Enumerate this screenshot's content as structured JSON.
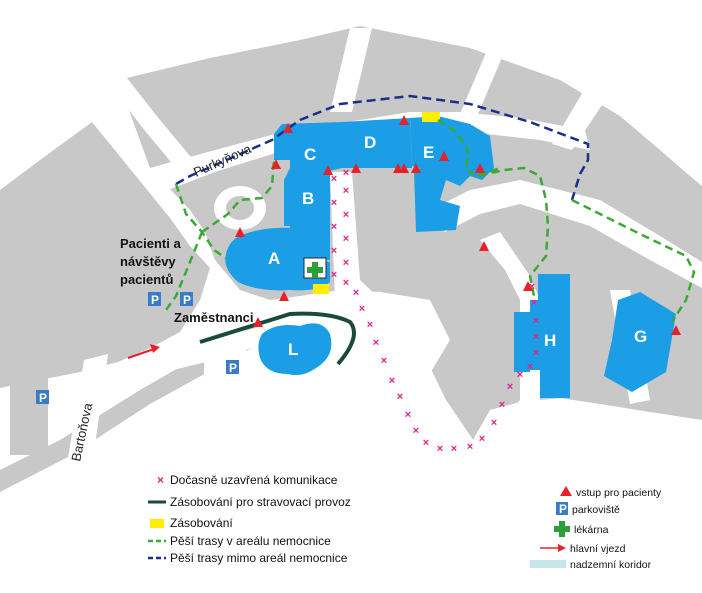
{
  "map": {
    "buildings": [
      {
        "id": "A",
        "label": "A"
      },
      {
        "id": "B",
        "label": "B"
      },
      {
        "id": "C",
        "label": "C"
      },
      {
        "id": "D",
        "label": "D"
      },
      {
        "id": "E",
        "label": "E"
      },
      {
        "id": "G",
        "label": "G"
      },
      {
        "id": "H",
        "label": "H"
      },
      {
        "id": "L",
        "label": "L"
      }
    ],
    "streets": {
      "purkynova": "Purkyňova",
      "bartonova": "Bartoňova"
    },
    "labels": {
      "patients_line1": "Pacienti a",
      "patients_line2": "návštěvy",
      "patients_line3": "pacientů",
      "staff": "Zaměstnanci"
    },
    "parking_symbol": "P",
    "colors": {
      "building": "#1b9ee6",
      "road": "#c8c8c8",
      "area": "#ffffff",
      "closed_road": "#e0218a",
      "supply_path": "#1a4a3a",
      "supply_point": "#ffee00",
      "walk_inside": "#3aaa35",
      "walk_outside": "#1a2f8c",
      "entrance": "#e8202a",
      "corridor": "#c6e6ea"
    }
  },
  "legend": {
    "left": [
      {
        "symbol": "x",
        "label": "Dočasně uzavřená komunikace"
      },
      {
        "symbol": "dark-line",
        "label": "Zásobování pro stravovací provoz"
      },
      {
        "symbol": "yellow-box",
        "label": "Zásobování"
      },
      {
        "symbol": "green-dash",
        "label": "Pěší trasy v areálu nemocnice"
      },
      {
        "symbol": "blue-dash",
        "label": "Pěší trasy mimo areál nemocnice"
      }
    ],
    "right": [
      {
        "symbol": "red-triangle",
        "label": "vstup pro pacienty"
      },
      {
        "symbol": "parking",
        "label": "parkoviště"
      },
      {
        "symbol": "pharmacy",
        "label": "lékárna"
      },
      {
        "symbol": "red-arrow",
        "label": "hlavní vjezd"
      },
      {
        "symbol": "corridor",
        "label": "nadzemní koridor"
      }
    ]
  }
}
